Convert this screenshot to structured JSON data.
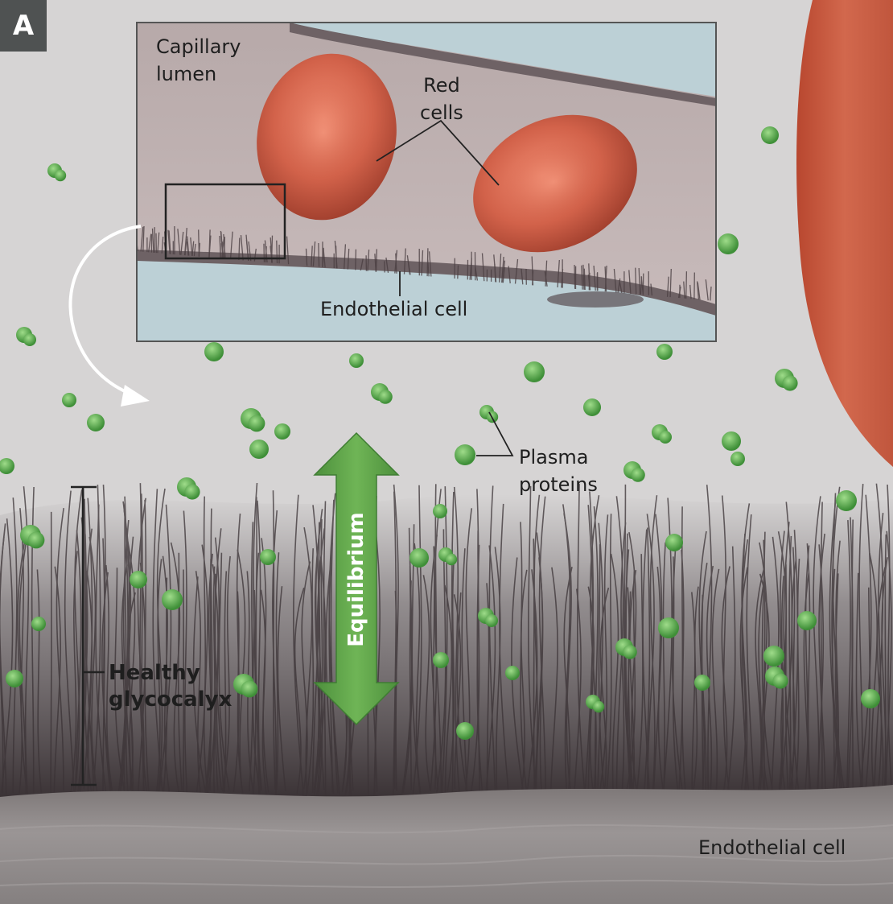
{
  "figure": {
    "panel_label": "A",
    "labels": {
      "capillary_lumen": "Capillary\nlumen",
      "red_cells": "Red\ncells",
      "endothelial_cell_inset": "Endothelial cell",
      "plasma_proteins": "Plasma\nproteins",
      "equilibrium": "Equilibrium",
      "healthy_glycocalyx": "Healthy\nglycocalyx",
      "endothelial_cell_bottom": "Endothelial cell"
    },
    "colors": {
      "background": "#d9d7d7",
      "red_cell": "#d2624a",
      "protein": "#5daa4e",
      "arrow": "#5f9f48",
      "glycocalyx": "#3e3639",
      "endothelium": "#8b8787",
      "vessel_wall": "#bcd0d6"
    }
  }
}
